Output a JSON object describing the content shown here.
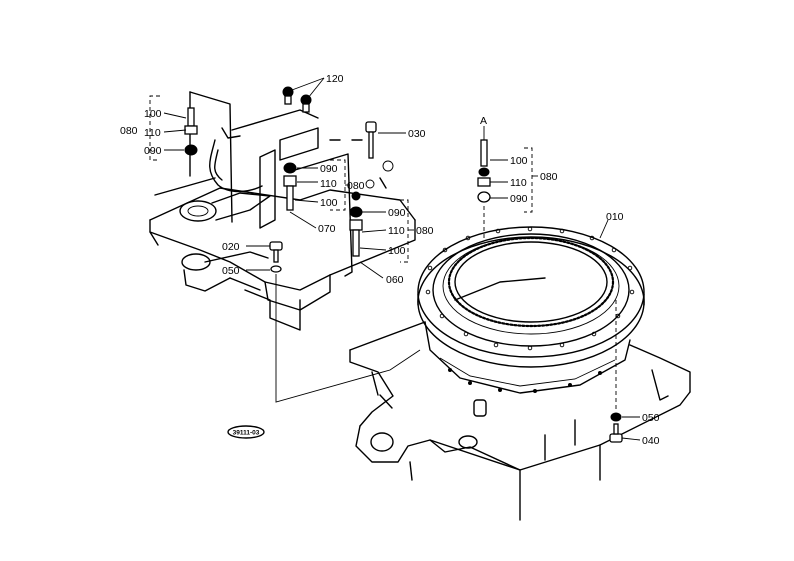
{
  "labels": {
    "l120": "120",
    "l100a": "100",
    "l110a": "110",
    "l080a": "080",
    "l090a": "090",
    "l030": "030",
    "l090b": "090",
    "l110b": "110",
    "l080b": "080",
    "l100b": "100",
    "l090c": "090",
    "l070": "070",
    "l110c": "110",
    "l080c": "080",
    "l100c": "100",
    "l060": "060",
    "l020": "020",
    "l050a": "050",
    "lA": "A",
    "l100d": "100",
    "l110d": "110",
    "l080d": "080",
    "l090d": "090",
    "l010": "010",
    "l050b": "050",
    "l040": "040"
  },
  "stamp": {
    "text": "39111-03"
  }
}
